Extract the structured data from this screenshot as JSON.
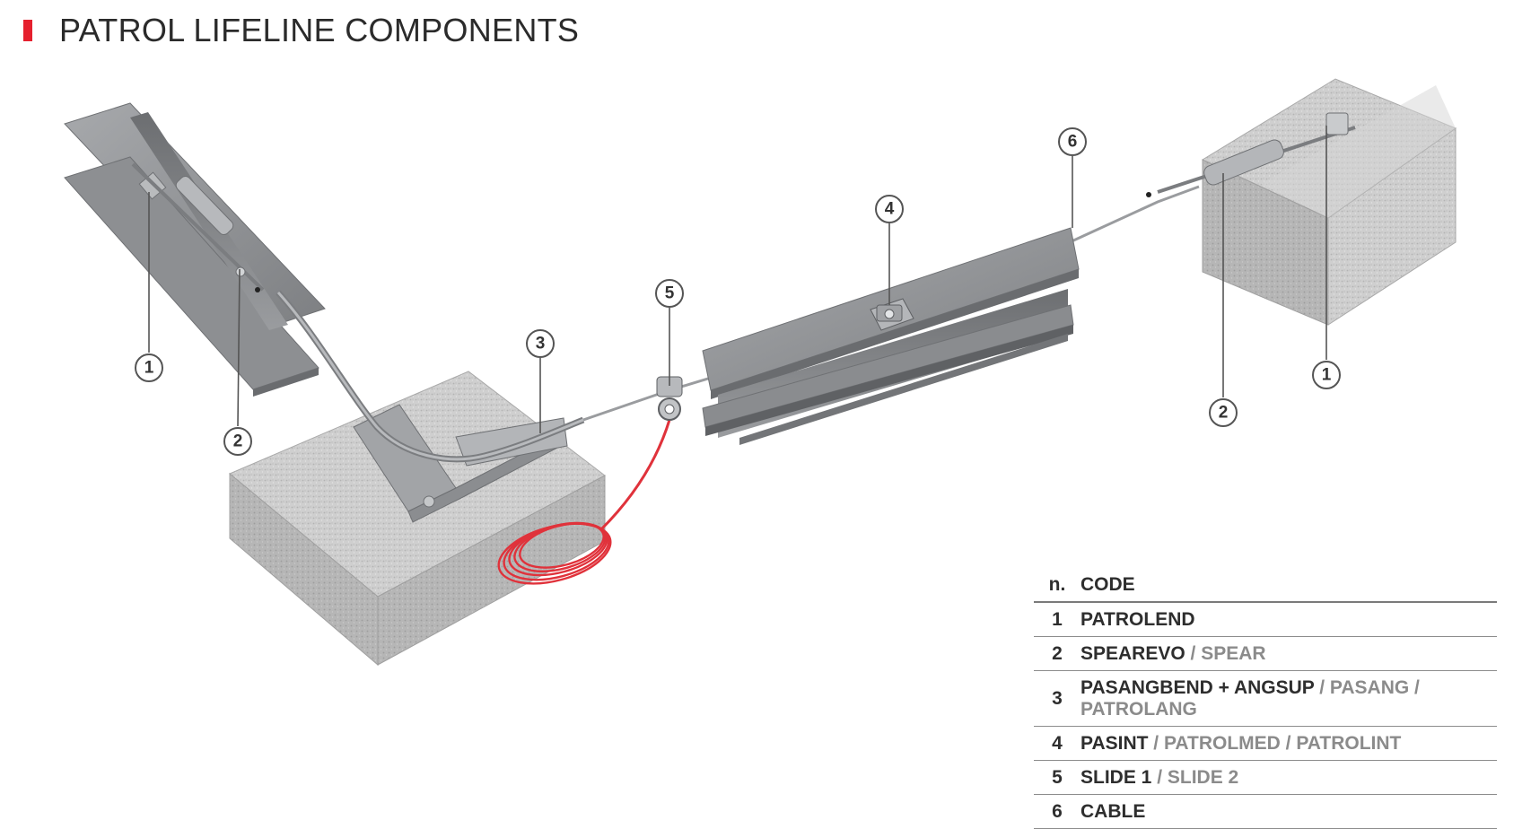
{
  "header": {
    "title": "PATROL LIFELINE COMPONENTS",
    "accent_color": "#e5202e"
  },
  "callouts": [
    "1",
    "2",
    "3",
    "4",
    "5",
    "6"
  ],
  "table": {
    "columns": {
      "num": "n.",
      "code": "CODE"
    },
    "rows": [
      {
        "n": "1",
        "primary": "PATROLEND",
        "alternatives": ""
      },
      {
        "n": "2",
        "primary": "SPEAREVO",
        "alternatives": "/ SPEAR"
      },
      {
        "n": "3",
        "primary": "PASANGBEND + ANGSUP",
        "alternatives": "/ PASANG / PATROLANG"
      },
      {
        "n": "4",
        "primary": "PASINT",
        "alternatives": "/ PATROLMED / PATROLINT"
      },
      {
        "n": "5",
        "primary": "SLIDE 1",
        "alternatives": "/ SLIDE 2"
      },
      {
        "n": "6",
        "primary": "CABLE",
        "alternatives": ""
      }
    ]
  },
  "colors": {
    "steel": "#8e9093",
    "concrete": "#c9c9c9",
    "lanyard": "#e0323b"
  }
}
